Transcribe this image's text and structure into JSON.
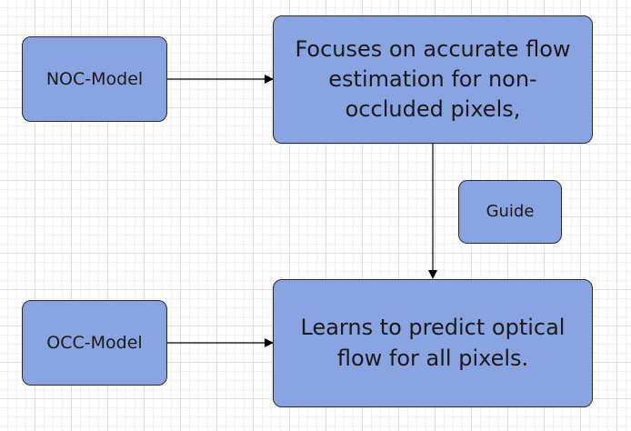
{
  "nodes": {
    "noc_model": "NOC-Model",
    "occ_model": "OCC-Model",
    "guide": "Guide",
    "noc_description": "Focuses on accurate flow estimation for non-occluded pixels,",
    "occ_description": "Learns to predict optical flow for all pixels."
  },
  "colors": {
    "node_fill": "#8aa4e2",
    "node_border": "#2b2b2b",
    "edge": "#000000",
    "grid": "#dcdcdc"
  }
}
